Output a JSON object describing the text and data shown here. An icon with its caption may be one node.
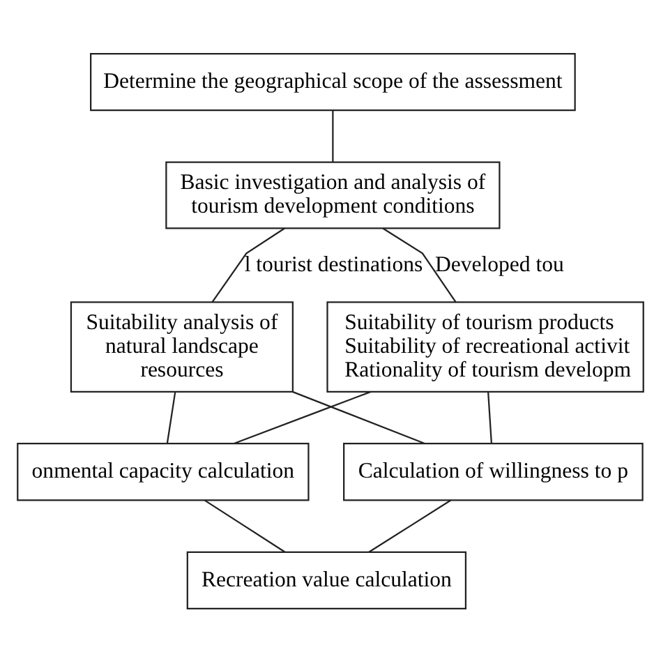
{
  "diagram": {
    "nodes": [
      {
        "text": [
          "Determine the geographical scope of the assessment"
        ]
      },
      {
        "text": [
          "Basic investigation and analysis of tourism development conditions"
        ]
      },
      {
        "text": [
          "Suitability analysis of natural landscape resources"
        ]
      },
      {
        "text": [
          "Suitability of tourism products",
          "Suitability of recreational activit",
          "Rationality of tourism developm"
        ]
      },
      {
        "text": [
          "onmental capacity calculation"
        ]
      },
      {
        "text": [
          "Calculation of willingness to p"
        ]
      },
      {
        "text": [
          "Recreation value calculation"
        ]
      }
    ],
    "edges": [
      {
        "from": 0,
        "to": 1,
        "arrow": "none"
      },
      {
        "from": 1,
        "to": 2,
        "arrow": "none",
        "label": "l tourist destinations"
      },
      {
        "from": 1,
        "to": 3,
        "arrow": "none",
        "label": "Developed tou"
      },
      {
        "from": 2,
        "to": 4,
        "arrow": "none"
      },
      {
        "from": 2,
        "to": 5,
        "arrow": "none"
      },
      {
        "from": 3,
        "to": 4,
        "arrow": "none"
      },
      {
        "from": 3,
        "to": 5,
        "arrow": "none"
      },
      {
        "from": 4,
        "to": 6,
        "arrow": "none"
      },
      {
        "from": 5,
        "to": 6,
        "arrow": "none"
      }
    ]
  }
}
